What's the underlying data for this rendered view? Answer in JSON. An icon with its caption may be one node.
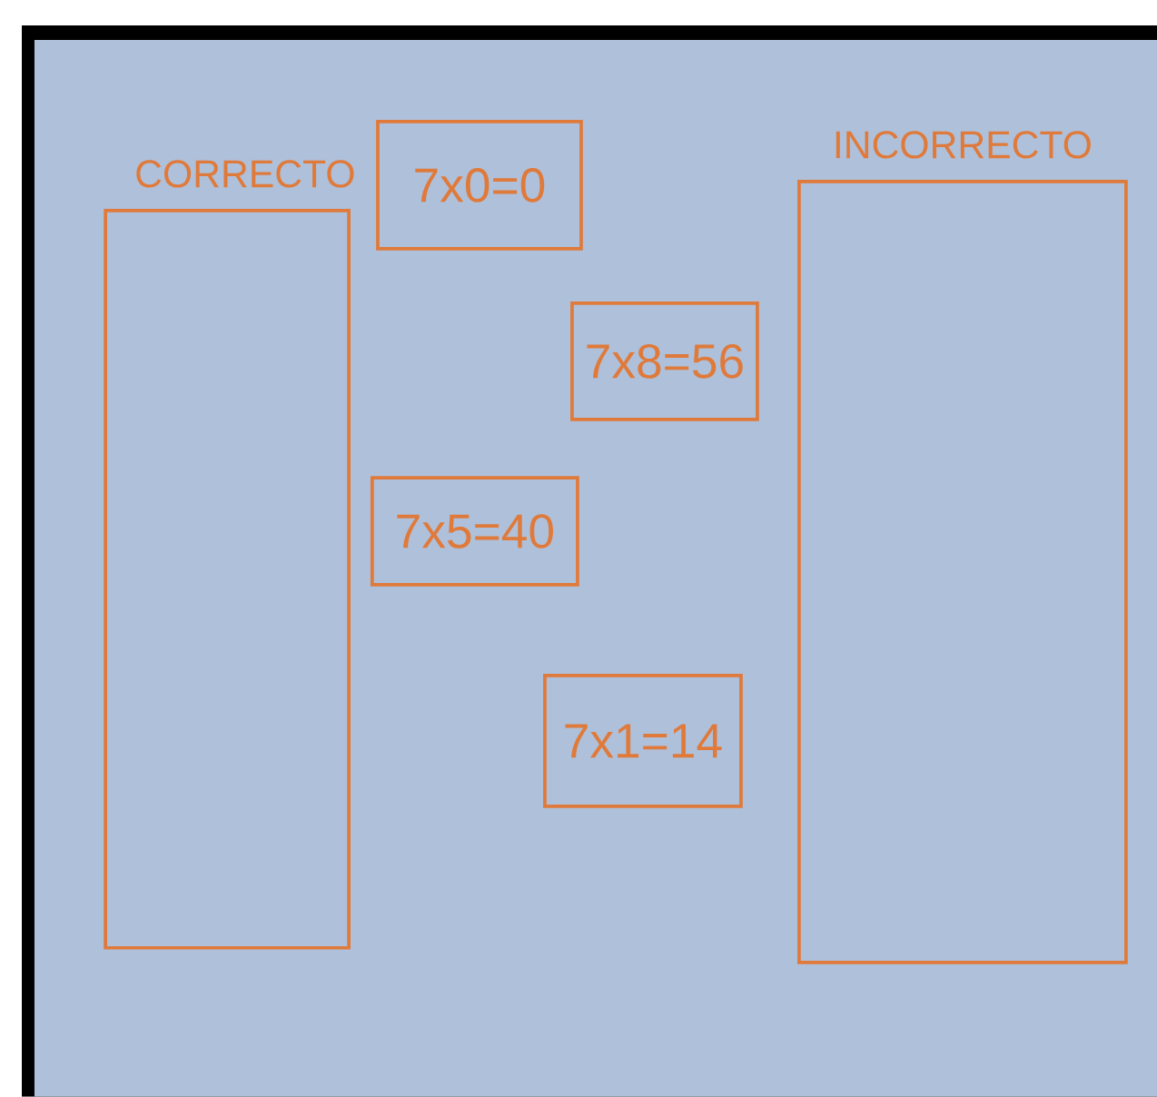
{
  "diagram": {
    "nodes": [
      {
        "text": [
          "CORRECTO"
        ]
      },
      {
        "text": [
          "7x0=0"
        ]
      },
      {
        "text": [
          "INCORRECTO"
        ]
      },
      {
        "text": [
          "7x8=56"
        ]
      },
      {
        "text": [
          "7x5=40"
        ]
      },
      {
        "text": [
          "7x1=14"
        ]
      }
    ]
  }
}
